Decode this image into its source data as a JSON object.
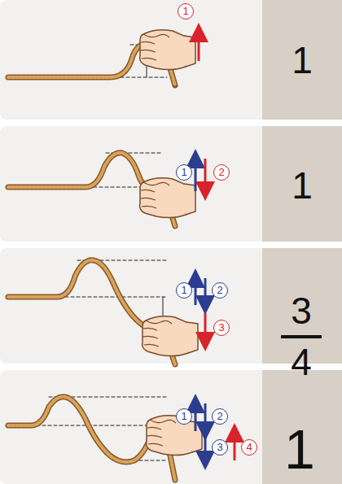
{
  "diagram": {
    "labels": [
      "1",
      "1",
      "1",
      "2",
      "1",
      "1",
      "2",
      "3",
      "3",
      "4",
      "1",
      "2",
      "3",
      "4",
      "1"
    ]
  }
}
